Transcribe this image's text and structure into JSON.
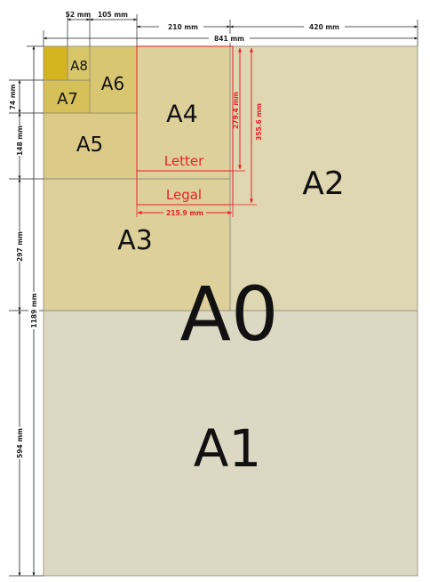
{
  "sheets": {
    "a0": "A0",
    "a1": "A1",
    "a2": "A2",
    "a3": "A3",
    "a4": "A4",
    "a5": "A5",
    "a6": "A6",
    "a7": "A7",
    "a8": "A8",
    "letter": "Letter",
    "legal": "Legal"
  },
  "dimensions": {
    "top": {
      "w52": "52 mm",
      "w105": "105 mm",
      "w210": "210 mm",
      "w420": "420 mm",
      "w841": "841 mm"
    },
    "left": {
      "h74": "74 mm",
      "h148": "148 mm",
      "h297": "297 mm",
      "h594": "594 mm",
      "h1189": "1189 mm"
    },
    "us": {
      "letter_height": "279.4 mm",
      "legal_height": "355.6 mm",
      "width": "215.9 mm"
    }
  },
  "colors": {
    "a1": "#dcd8c4",
    "a2": "#dfd7b1",
    "a3": "#ddd09b",
    "a5": "#dcca88",
    "a6": "#d9c670",
    "a7": "#d6c05a",
    "a8": "#d5b421",
    "us_paper": "#e8202a"
  }
}
